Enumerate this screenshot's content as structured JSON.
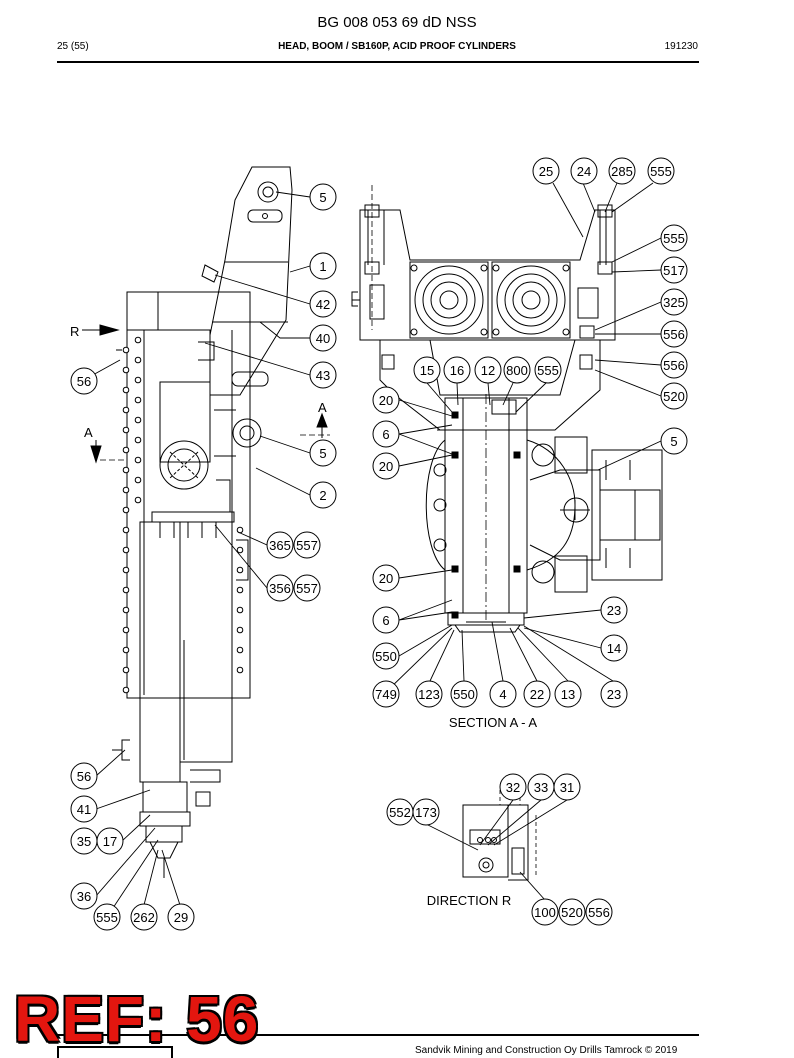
{
  "header": {
    "doc_number": "BG 008 053 69 dD NSS",
    "page": "25 (55)",
    "title": "HEAD, BOOM / SB160P, ACID PROOF CYLINDERS",
    "date": "191230"
  },
  "captions": {
    "section": "SECTION A - A",
    "direction": "DIRECTION R"
  },
  "view_markers": {
    "r": "R",
    "a_left": "A",
    "a_right": "A"
  },
  "callouts": {
    "c5a": "5",
    "c1": "1",
    "c42": "42",
    "c40": "40",
    "c43": "43",
    "c56a": "56",
    "c5b": "5",
    "c2": "2",
    "c365": "365",
    "c557a": "557",
    "c356": "356",
    "c557b": "557",
    "c56b": "56",
    "c41": "41",
    "c35": "35",
    "c17": "17",
    "c36": "36",
    "c555a": "555",
    "c262": "262",
    "c29": "29",
    "c25": "25",
    "c24": "24",
    "c285": "285",
    "c555b": "555",
    "c555c": "555",
    "c517": "517",
    "c325": "325",
    "c556a": "556",
    "c556b": "556",
    "c520a": "520",
    "c15": "15",
    "c16": "16",
    "c12": "12",
    "c800": "800",
    "c555d": "555",
    "c20a": "20",
    "c6a": "6",
    "c20b": "20",
    "c5c": "5",
    "c20c": "20",
    "c6b": "6",
    "c23a": "23",
    "c14": "14",
    "c550a": "550",
    "c749": "749",
    "c123": "123",
    "c550b": "550",
    "c4": "4",
    "c22": "22",
    "c13": "13",
    "c23b": "23",
    "c32": "32",
    "c33": "33",
    "c31": "31",
    "c552": "552",
    "c173": "173",
    "c100": "100",
    "c520b": "520",
    "c556c": "556"
  },
  "stamp": {
    "text": "REF: 56",
    "color": "#e3160f"
  },
  "footer": {
    "text": "Sandvik Mining and Construction Oy Drills Tamrock © 2019"
  }
}
